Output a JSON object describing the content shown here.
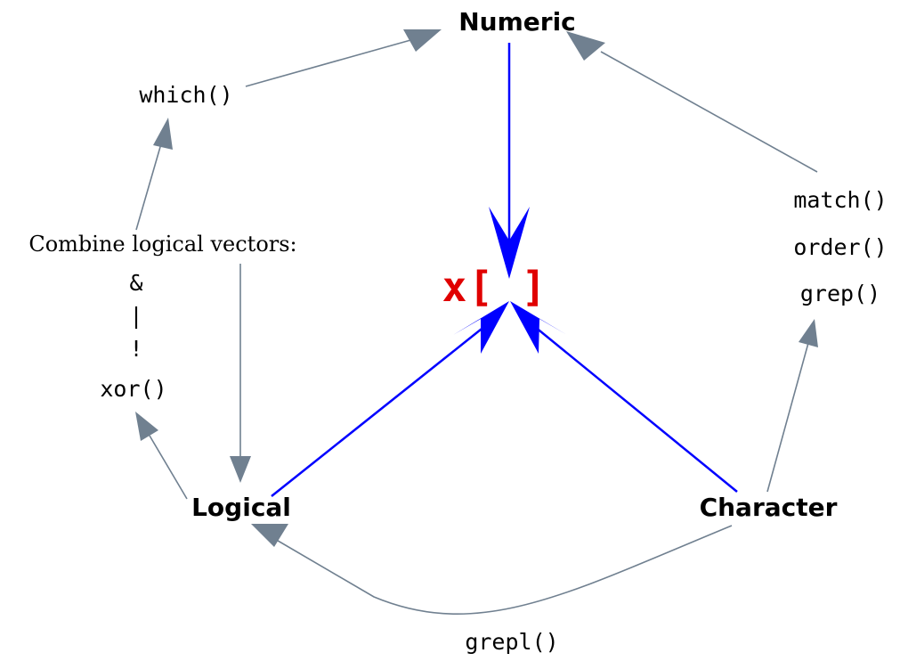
{
  "nodes": {
    "numeric": "Numeric",
    "logical": "Logical",
    "character": "Character",
    "subset": "x[ ]"
  },
  "functions": {
    "which": "which()",
    "combine_heading": "Combine logical vectors:",
    "and_op": "&",
    "or_op": "|",
    "not_op": "!",
    "xor": "xor()",
    "match": "match()",
    "order": "order()",
    "grep": "grep()",
    "grepl": "grepl()"
  },
  "colors": {
    "accent": "#e00000",
    "primary_arrow": "#0000ff",
    "secondary_arrow": "#708090"
  }
}
